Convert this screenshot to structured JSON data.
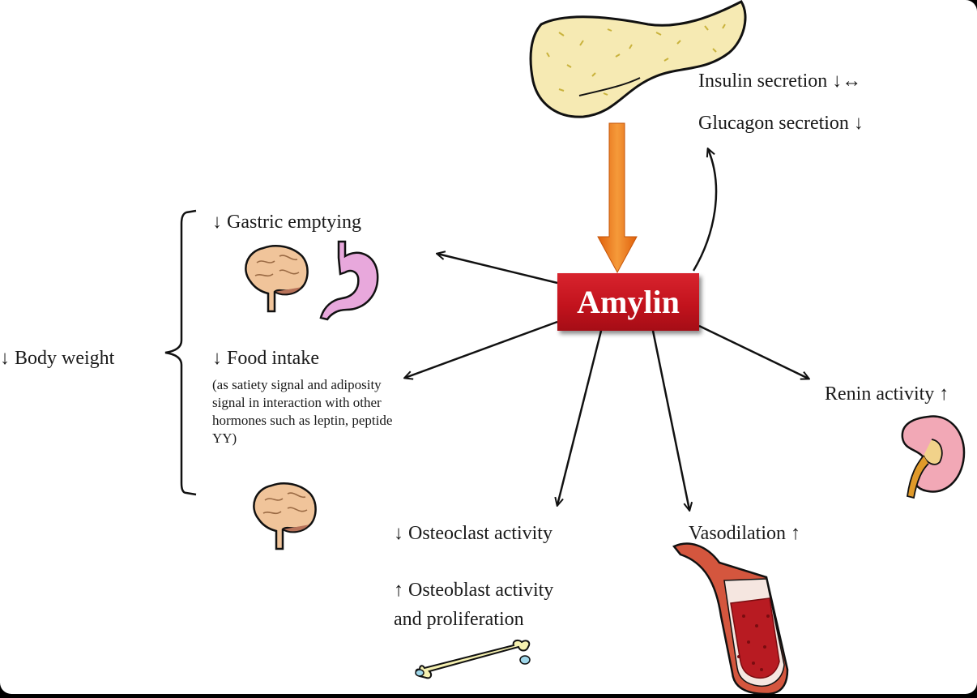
{
  "center": {
    "label": "Amylin"
  },
  "pancreas_effects": {
    "insulin": "Insulin secretion ↓↔",
    "glucagon": "Glucagon secretion ↓"
  },
  "body_weight": "↓ Body weight",
  "gastric_emptying": "↓ Gastric emptying",
  "food_intake": {
    "title": "↓ Food intake",
    "detail": "(as satiety signal and adiposity signal in interaction with other hormones such as leptin, peptide YY)"
  },
  "renin": "Renin activity ↑",
  "osteoclast": "↓ Osteoclast activity",
  "osteoblast": {
    "line1": "↑ Osteoblast activity",
    "line2": "and proliferation"
  },
  "vasodilation": "Vasodilation ↑",
  "colors": {
    "amylin_box": "#c3131d",
    "down_arrow": "#f07a1c",
    "pancreas": "#f6eab3",
    "stomach": "#e8a8dc",
    "brain": "#f0c49a",
    "kidney": "#f2a8b6",
    "vessel": "#b81b22",
    "bone": "#f5f0b0"
  }
}
